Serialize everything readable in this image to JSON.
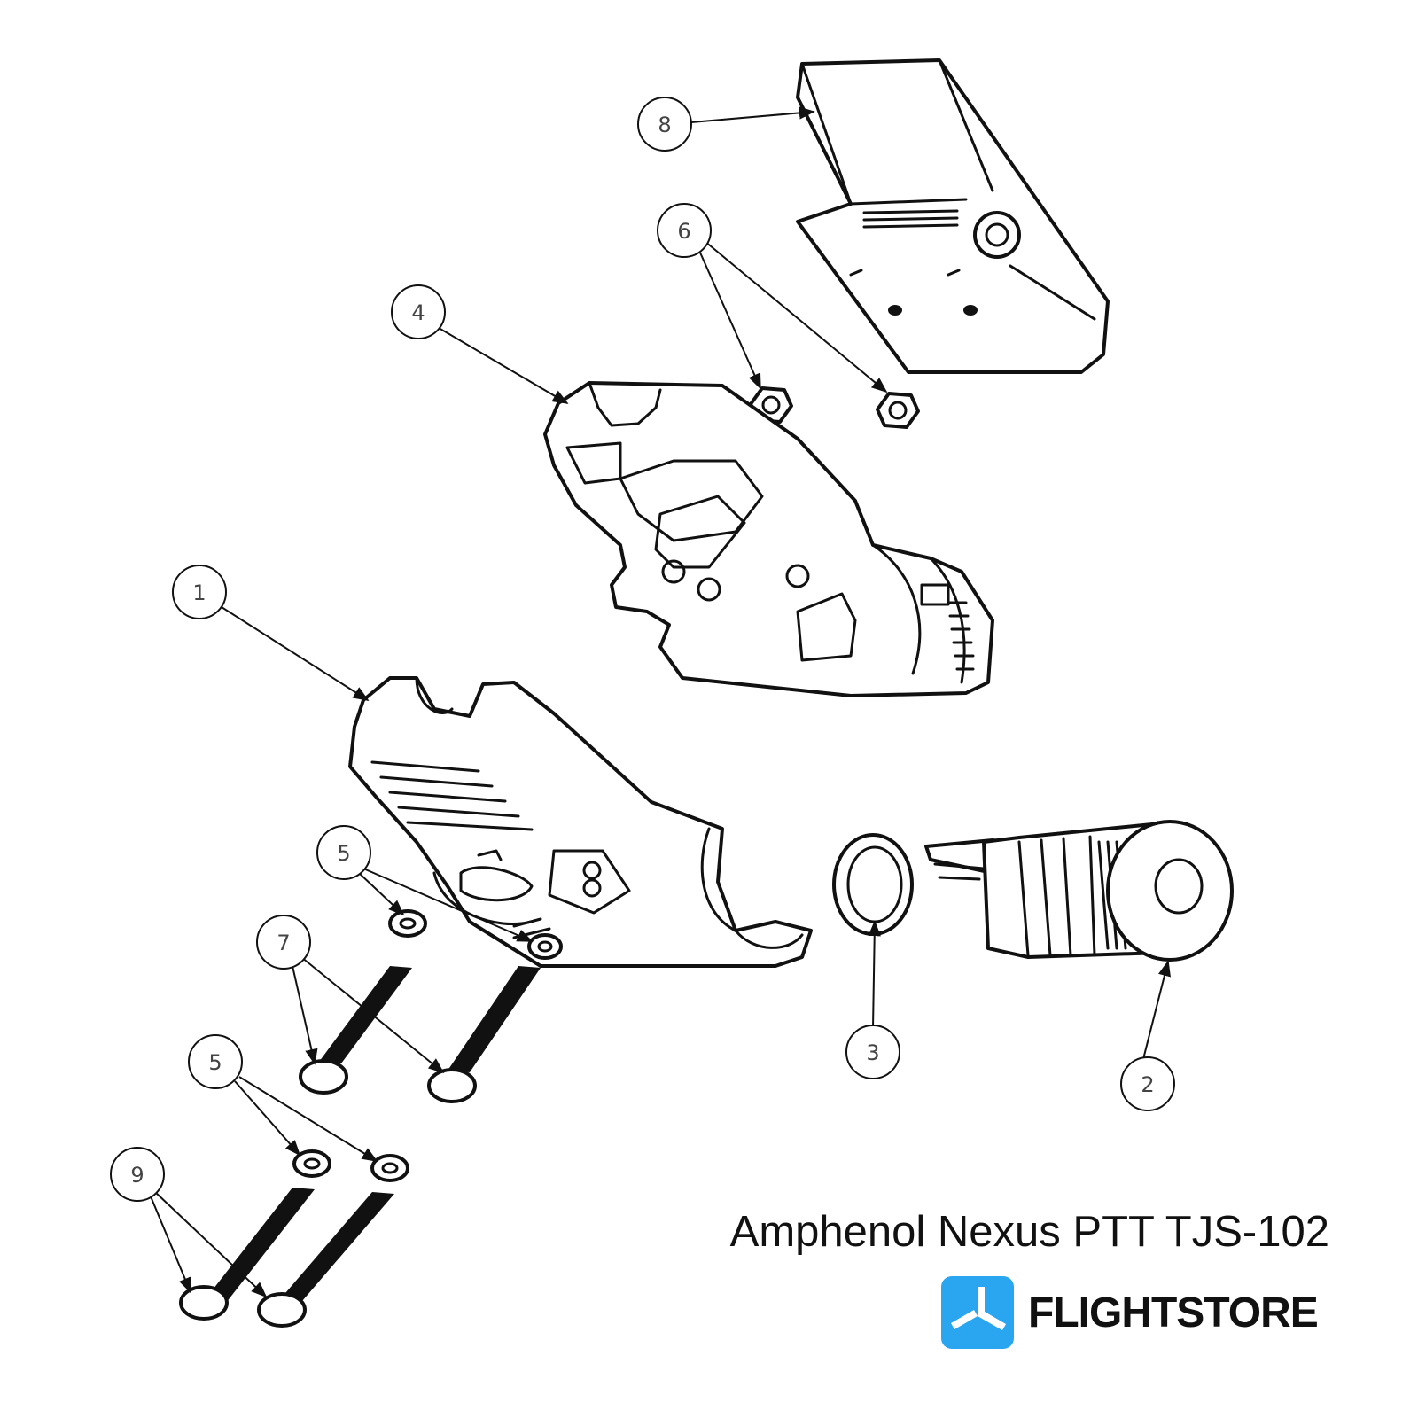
{
  "callouts": [
    "1",
    "2",
    "3",
    "4",
    "5",
    "5",
    "6",
    "7",
    "8",
    "9"
  ],
  "product_title": "Amphenol Nexus PTT TJS-102",
  "brand": {
    "name": "FLIGHTSTORE",
    "logo_color": "#2aa6f0"
  },
  "colors": {
    "line": "#111111",
    "background": "#ffffff"
  }
}
